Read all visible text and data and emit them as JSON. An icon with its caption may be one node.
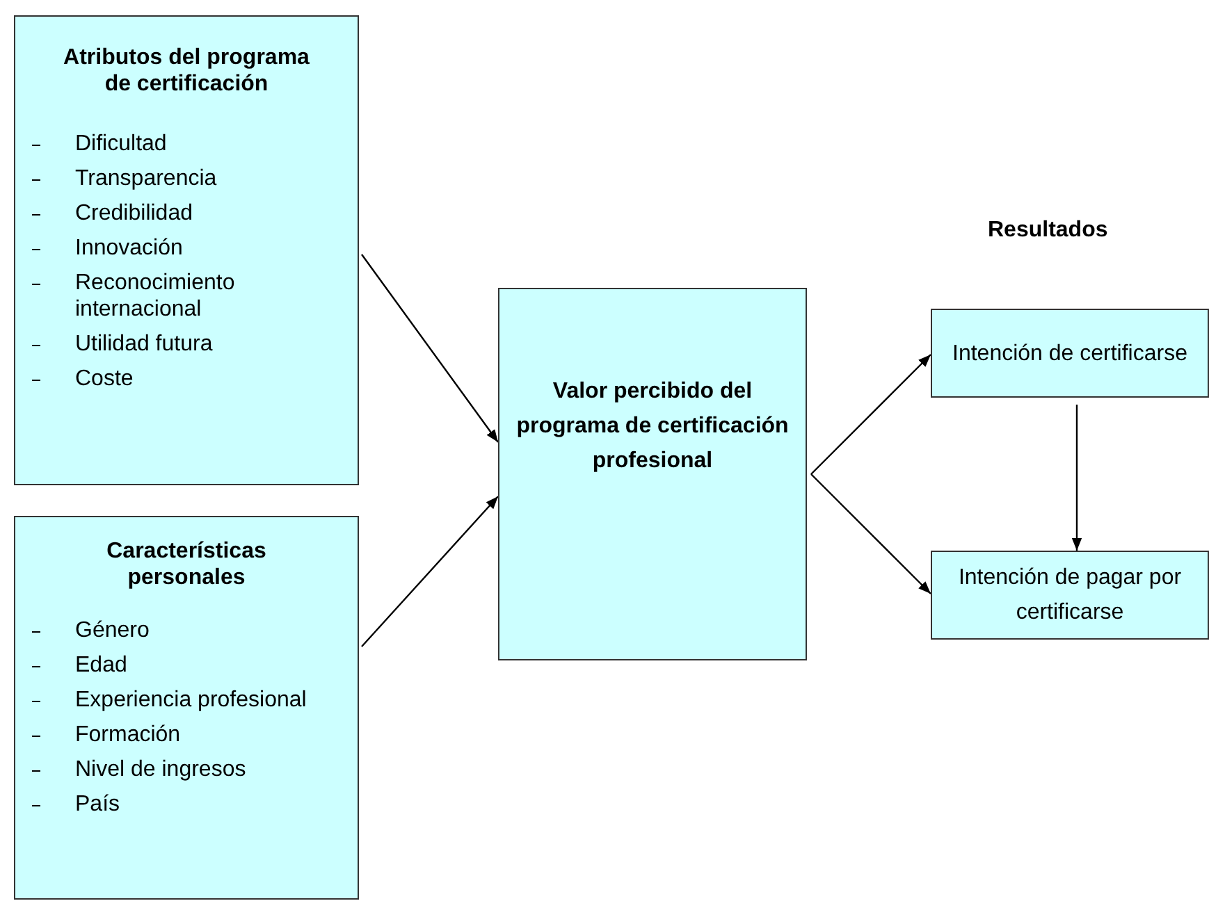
{
  "diagram": {
    "nodes": [
      {
        "text": [
          "Atributos del programa de certificación",
          "Dificultad",
          "Transparencia",
          "Credibilidad",
          "Innovación",
          "Reconocimiento internacional",
          "Utilidad futura",
          "Coste"
        ]
      },
      {
        "text": [
          "Características personales",
          "Género",
          "Edad",
          "Experiencia profesional",
          "Formación",
          "Nivel de ingresos",
          "País"
        ]
      },
      {
        "text": [
          "Valor percibido del programa de certificación profesional"
        ]
      },
      {
        "text": [
          "Intención de certificarse"
        ]
      },
      {
        "text": [
          "Intención de pagar por certificarse"
        ]
      }
    ],
    "edges": [
      {
        "from": 0,
        "to": 2,
        "arrow": "to"
      },
      {
        "from": 1,
        "to": 2,
        "arrow": "to"
      },
      {
        "from": 2,
        "to": 3,
        "arrow": "to"
      },
      {
        "from": 2,
        "to": 4,
        "arrow": "to"
      },
      {
        "from": 3,
        "to": 4,
        "arrow": "to"
      }
    ],
    "labels": [
      "Resultados"
    ]
  }
}
